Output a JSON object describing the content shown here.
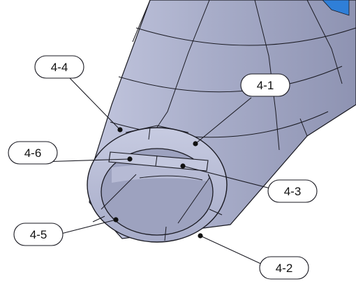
{
  "labels": {
    "l41": "4-1",
    "l42": "4-2",
    "l43": "4-3",
    "l44": "4-4",
    "l45": "4-5",
    "l46": "4-6"
  },
  "colors": {
    "background": "#ffffff",
    "body": "#a4a9c6",
    "body_light": "#b9bed8",
    "face": "#b3b8d2",
    "inner": "#9fa4c0",
    "edge": "#1a1a22",
    "accent": "#2f7fd8"
  }
}
